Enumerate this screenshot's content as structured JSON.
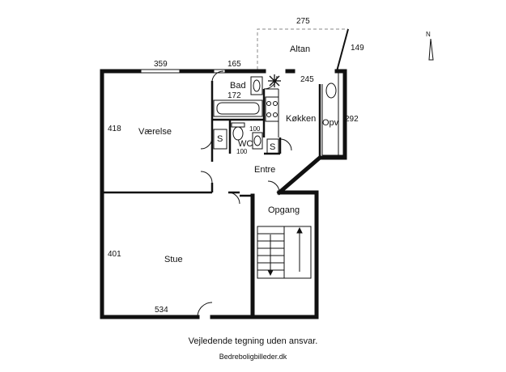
{
  "rooms": {
    "altan": "Altan",
    "bad": "Bad",
    "kokken": "Køkken",
    "opv": "Opv",
    "vaerelse": "Værelse",
    "wc": "WC",
    "entre": "Entre",
    "opgang": "Opgang",
    "stue": "Stue",
    "s1": "S",
    "s2": "S"
  },
  "dimensions": {
    "altan_width": "275",
    "altan_depth": "149",
    "vaerelse_width": "359",
    "bad_width": "165",
    "bad_depth": "172",
    "kokken_width": "245",
    "opv_depth": "292",
    "vaerelse_depth": "418",
    "wc_width": "100",
    "wc_depth": "100",
    "stue_depth": "401",
    "stue_width": "534"
  },
  "compass": {
    "label": "N"
  },
  "footer": {
    "disclaimer": "Vejledende tegning uden ansvar.",
    "credit": "Bedreboligbilleder.dk"
  }
}
